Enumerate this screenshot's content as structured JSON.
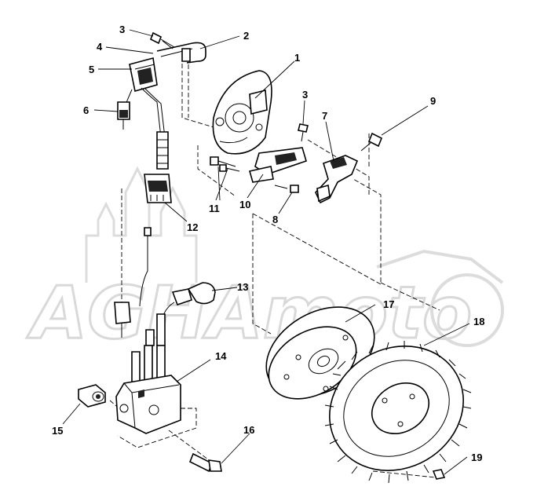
{
  "watermark": "AGHAmoto",
  "callouts": [
    {
      "id": "c1",
      "label": "1"
    },
    {
      "id": "c2",
      "label": "2"
    },
    {
      "id": "c3a",
      "label": "3"
    },
    {
      "id": "c3b",
      "label": "3"
    },
    {
      "id": "c4",
      "label": "4"
    },
    {
      "id": "c5",
      "label": "5"
    },
    {
      "id": "c6",
      "label": "6"
    },
    {
      "id": "c7",
      "label": "7"
    },
    {
      "id": "c8",
      "label": "8"
    },
    {
      "id": "c9",
      "label": "9"
    },
    {
      "id": "c10",
      "label": "10"
    },
    {
      "id": "c11",
      "label": "11"
    },
    {
      "id": "c12",
      "label": "12"
    },
    {
      "id": "c13",
      "label": "13"
    },
    {
      "id": "c14",
      "label": "14"
    },
    {
      "id": "c15",
      "label": "15"
    },
    {
      "id": "c16",
      "label": "16"
    },
    {
      "id": "c17",
      "label": "17"
    },
    {
      "id": "c18",
      "label": "18"
    },
    {
      "id": "c19",
      "label": "19"
    }
  ]
}
